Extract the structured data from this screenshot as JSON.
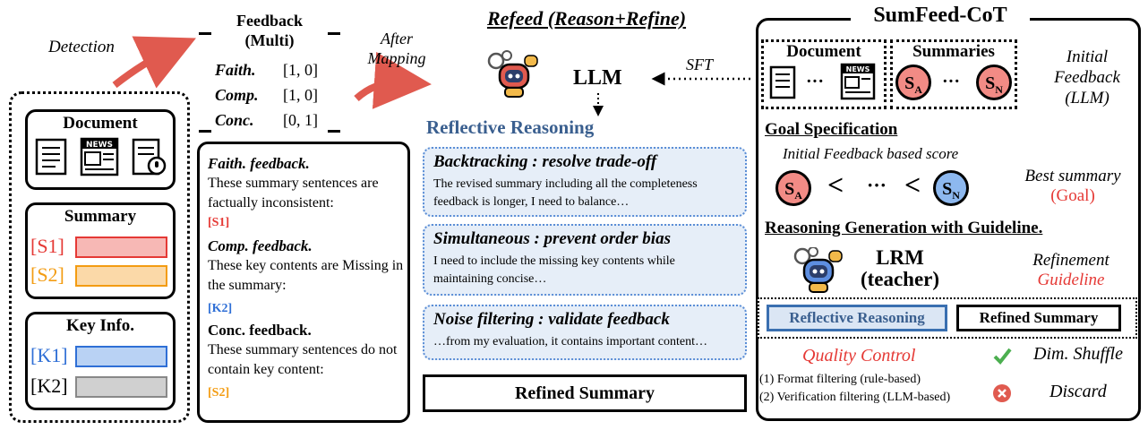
{
  "left": {
    "detection": "Detection",
    "document_title": "Document",
    "summary_title": "Summary",
    "summary_items": [
      "[S1]",
      "[S2]"
    ],
    "keyinfo_title": "Key Info.",
    "keyinfo_items": [
      "[K1]",
      "[K2]"
    ]
  },
  "feedback_multi": {
    "title": "Feedback\n(Multi)",
    "rows": [
      {
        "label": "Faith.",
        "value": "[1, 0]"
      },
      {
        "label": "Comp.",
        "value": "[1, 0]"
      },
      {
        "label": "Conc.",
        "value": "[0, 1]"
      }
    ]
  },
  "after_mapping": "After\nMapping",
  "feedback_text": {
    "faith_title": "Faith. feedback.",
    "faith_body": "These summary sentences are factually inconsistent:",
    "faith_tag": "[S1]",
    "comp_title": "Comp. feedback.",
    "comp_body": "These key contents are Missing in the summary:",
    "comp_tag": "[K2]",
    "conc_title": "Conc. feedback.",
    "conc_body": "These summary sentences do not contain key content:",
    "conc_tag": "[S2]"
  },
  "refeed": {
    "title": "Refeed (Reason+Refine)",
    "llm": "LLM",
    "sft": "SFT",
    "reflective": "Reflective Reasoning",
    "cards": [
      {
        "title": "Backtracking : resolve trade-off",
        "text": "The revised summary including all the completeness feedback is longer, I need to balance…"
      },
      {
        "title": "Simultaneous : prevent order bias",
        "text": "I need to include the missing key contents while maintaining concise…"
      },
      {
        "title": "Noise filtering : validate feedback",
        "text": "…from my evaluation, it contains important content…"
      }
    ],
    "refined_summary": "Refined Summary"
  },
  "sumfeed": {
    "title": "SumFeed-CoT",
    "document": "Document",
    "summaries": "Summaries",
    "ellipsis": "···",
    "s_a": "S",
    "s_a_sub": "A",
    "s_n": "S",
    "s_n_sub": "N",
    "initial_feedback": "Initial\nFeedback\n(LLM)",
    "goal_spec": "Goal Specification",
    "initial_score": "Initial Feedback based score",
    "lt": "<",
    "best_summary": "Best summary",
    "goal": "(Goal)",
    "reasoning_gen": "Reasoning Generation with Guideline.",
    "lrm": "LRM\n(teacher)",
    "refinement": "Refinement",
    "guideline": "Guideline",
    "reflective_btn": "Reflective Reasoning",
    "refined_btn": "Refined Summary",
    "quality_control": "Quality Control",
    "filter1": "(1) Format filtering (rule-based)",
    "filter2": "(2) Verification filtering (LLM-based)",
    "dim_shuffle": "Dim. Shuffle",
    "discard": "Discard"
  },
  "colors": {
    "red": "#e53935",
    "orange": "#f39c12",
    "blue": "#2f6fd6",
    "light_red": "#f7b8b5",
    "light_orange": "#fbd9a8",
    "light_blue": "#b9d2f4",
    "gray": "#d0d0d0",
    "reason_bg": "#e6eef8"
  }
}
